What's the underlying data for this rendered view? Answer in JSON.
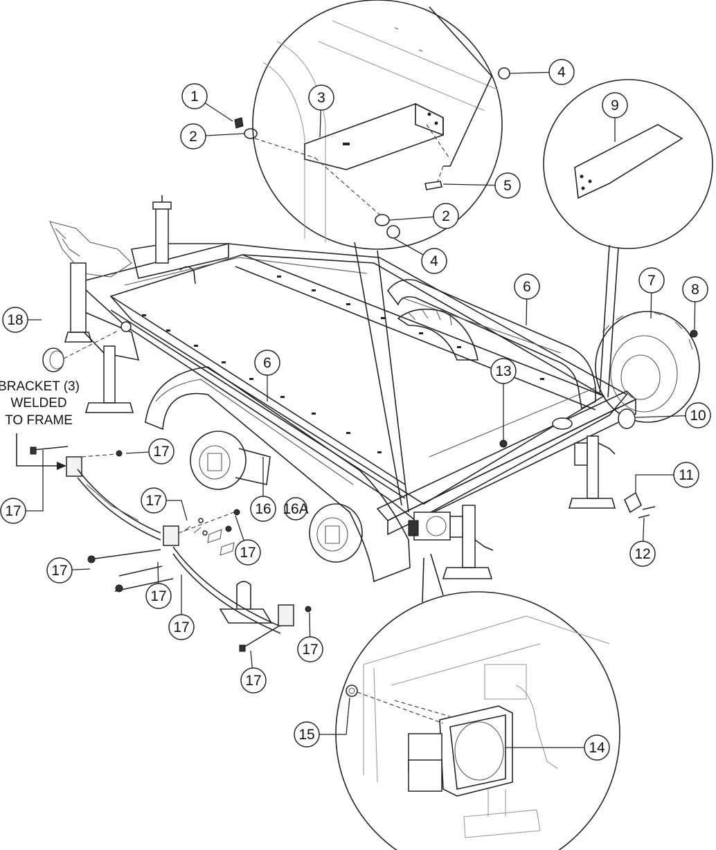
{
  "figure": {
    "bracket_note": [
      "BRACKET (3)",
      "WELDED",
      "TO FRAME"
    ],
    "callouts": [
      {
        "label": "1"
      },
      {
        "label": "2"
      },
      {
        "label": "3"
      },
      {
        "label": "4"
      },
      {
        "label": "5"
      },
      {
        "label": "2"
      },
      {
        "label": "4"
      },
      {
        "label": "9"
      },
      {
        "label": "6"
      },
      {
        "label": "7"
      },
      {
        "label": "8"
      },
      {
        "label": "18"
      },
      {
        "label": "6"
      },
      {
        "label": "13"
      },
      {
        "label": "10"
      },
      {
        "label": "17"
      },
      {
        "label": "17"
      },
      {
        "label": "17"
      },
      {
        "label": "16"
      },
      {
        "label": "16A"
      },
      {
        "label": "17"
      },
      {
        "label": "11"
      },
      {
        "label": "17"
      },
      {
        "label": "12"
      },
      {
        "label": "17"
      },
      {
        "label": "17"
      },
      {
        "label": "17"
      },
      {
        "label": "17"
      },
      {
        "label": "15"
      },
      {
        "label": "14"
      }
    ]
  },
  "colors": {
    "line": "#222222",
    "background": "#ffffff",
    "faded": "#999999"
  }
}
